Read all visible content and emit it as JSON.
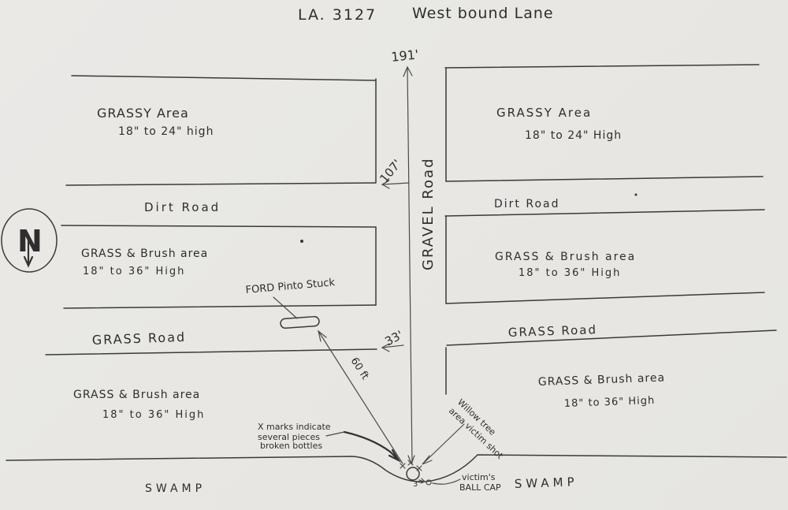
{
  "title": {
    "highway": "LA. 3127",
    "lane": "West bound Lane"
  },
  "north": {
    "label": "N"
  },
  "roads": {
    "gravel": "GRAVEL Road",
    "dirt_left": "Dirt Road",
    "dirt_right": "Dirt Road",
    "grass_left": "GRASS Road",
    "grass_right": "GRASS Road"
  },
  "areas": {
    "grassy_left": {
      "name": "GRASSY Area",
      "height": "18\" to 24\" high"
    },
    "grassy_right": {
      "name": "GRASSY Area",
      "height": "18\" to 24\" High"
    },
    "brush_mid_left": {
      "name": "GRASS & Brush area",
      "height": "18\" to 36\" High"
    },
    "brush_mid_right": {
      "name": "GRASS & Brush area",
      "height": "18\" to 36\" High"
    },
    "brush_bot_left": {
      "name": "GRASS & Brush area",
      "height": "18\" to 36\" High"
    },
    "brush_bot_right": {
      "name": "GRASS & Brush area",
      "height": "18\" to 36\" High"
    },
    "swamp_left": "SWAMP",
    "swamp_right": "SWAMP"
  },
  "measurements": {
    "gravel_north": "191'",
    "dirt_offset": "107'",
    "grass_offset": "33'",
    "pinto_distance": "60 ft",
    "cap_distance": "3'"
  },
  "annotations": {
    "ford_pinto": "FORD Pinto Stuck",
    "x_marks": [
      "X marks indicate",
      "several pieces",
      "broken bottles"
    ],
    "willow": [
      "Willow tree",
      "area victim shot"
    ],
    "victims_cap": [
      "victim's",
      "BALL CAP"
    ]
  },
  "colors": {
    "paper": "#e8e7e4",
    "ink": "#3a3a3a"
  }
}
